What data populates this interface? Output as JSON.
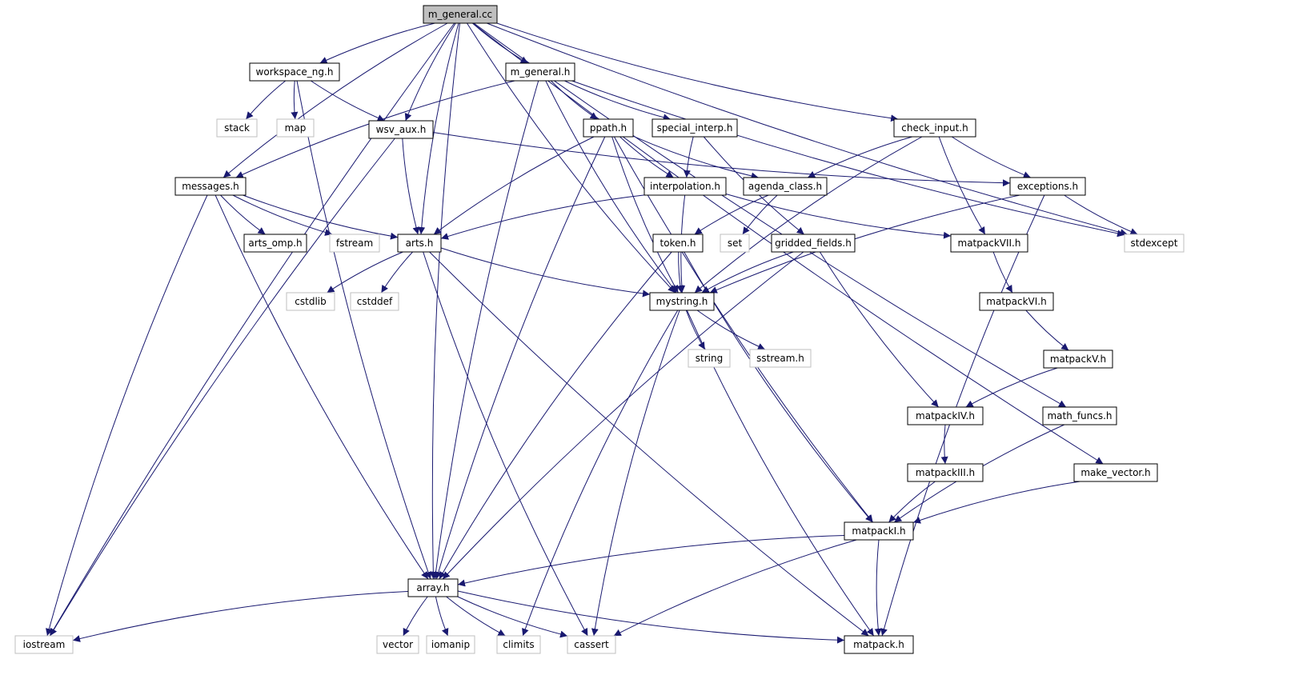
{
  "graph": {
    "colors": {
      "edge": "#191970",
      "node_border": "#000000",
      "system_border": "#bfbfbf",
      "root_fill": "#bfbfbf"
    },
    "nodes": [
      {
        "id": "m_general_cc",
        "label": "m_general.cc",
        "kind": "root"
      },
      {
        "id": "workspace_ng_h",
        "label": "workspace_ng.h",
        "kind": "project"
      },
      {
        "id": "m_general_h",
        "label": "m_general.h",
        "kind": "project"
      },
      {
        "id": "stack",
        "label": "stack",
        "kind": "system"
      },
      {
        "id": "map",
        "label": "map",
        "kind": "system"
      },
      {
        "id": "wsv_aux_h",
        "label": "wsv_aux.h",
        "kind": "project"
      },
      {
        "id": "ppath_h",
        "label": "ppath.h",
        "kind": "project"
      },
      {
        "id": "special_interp_h",
        "label": "special_interp.h",
        "kind": "project"
      },
      {
        "id": "check_input_h",
        "label": "check_input.h",
        "kind": "project"
      },
      {
        "id": "messages_h",
        "label": "messages.h",
        "kind": "project"
      },
      {
        "id": "interpolation_h",
        "label": "interpolation.h",
        "kind": "project"
      },
      {
        "id": "agenda_class_h",
        "label": "agenda_class.h",
        "kind": "project"
      },
      {
        "id": "exceptions_h",
        "label": "exceptions.h",
        "kind": "project"
      },
      {
        "id": "arts_omp_h",
        "label": "arts_omp.h",
        "kind": "project"
      },
      {
        "id": "fstream",
        "label": "fstream",
        "kind": "system"
      },
      {
        "id": "arts_h",
        "label": "arts.h",
        "kind": "project"
      },
      {
        "id": "token_h",
        "label": "token.h",
        "kind": "project"
      },
      {
        "id": "set",
        "label": "set",
        "kind": "system"
      },
      {
        "id": "gridded_fields_h",
        "label": "gridded_fields.h",
        "kind": "project"
      },
      {
        "id": "matpackVII_h",
        "label": "matpackVII.h",
        "kind": "project"
      },
      {
        "id": "stdexcept",
        "label": "stdexcept",
        "kind": "system"
      },
      {
        "id": "cstdlib",
        "label": "cstdlib",
        "kind": "system"
      },
      {
        "id": "cstddef",
        "label": "cstddef",
        "kind": "system"
      },
      {
        "id": "mystring_h",
        "label": "mystring.h",
        "kind": "project"
      },
      {
        "id": "matpackVI_h",
        "label": "matpackVI.h",
        "kind": "project"
      },
      {
        "id": "string",
        "label": "string",
        "kind": "system"
      },
      {
        "id": "sstream_h",
        "label": "sstream.h",
        "kind": "system"
      },
      {
        "id": "matpackV_h",
        "label": "matpackV.h",
        "kind": "project"
      },
      {
        "id": "matpackIV_h",
        "label": "matpackIV.h",
        "kind": "project"
      },
      {
        "id": "math_funcs_h",
        "label": "math_funcs.h",
        "kind": "project"
      },
      {
        "id": "matpackIII_h",
        "label": "matpackIII.h",
        "kind": "project"
      },
      {
        "id": "make_vector_h",
        "label": "make_vector.h",
        "kind": "project"
      },
      {
        "id": "matpackI_h",
        "label": "matpackI.h",
        "kind": "project"
      },
      {
        "id": "array_h",
        "label": "array.h",
        "kind": "project"
      },
      {
        "id": "iostream",
        "label": "iostream",
        "kind": "system"
      },
      {
        "id": "vector",
        "label": "vector",
        "kind": "system"
      },
      {
        "id": "iomanip",
        "label": "iomanip",
        "kind": "system"
      },
      {
        "id": "climits",
        "label": "climits",
        "kind": "system"
      },
      {
        "id": "cassert",
        "label": "cassert",
        "kind": "system"
      },
      {
        "id": "matpack_h",
        "label": "matpack.h",
        "kind": "project"
      }
    ],
    "edges": [
      [
        "m_general_cc",
        "workspace_ng_h"
      ],
      [
        "m_general_cc",
        "m_general_h"
      ],
      [
        "m_general_cc",
        "wsv_aux_h"
      ],
      [
        "m_general_cc",
        "check_input_h"
      ],
      [
        "m_general_cc",
        "messages_h"
      ],
      [
        "m_general_cc",
        "arts_h"
      ],
      [
        "m_general_cc",
        "stdexcept"
      ],
      [
        "m_general_cc",
        "mystring_h"
      ],
      [
        "m_general_cc",
        "math_funcs_h"
      ],
      [
        "m_general_cc",
        "make_vector_h"
      ],
      [
        "m_general_cc",
        "array_h"
      ],
      [
        "m_general_cc",
        "iostream"
      ],
      [
        "workspace_ng_h",
        "stack"
      ],
      [
        "workspace_ng_h",
        "map"
      ],
      [
        "workspace_ng_h",
        "wsv_aux_h"
      ],
      [
        "workspace_ng_h",
        "array_h"
      ],
      [
        "m_general_h",
        "ppath_h"
      ],
      [
        "m_general_h",
        "special_interp_h"
      ],
      [
        "m_general_h",
        "messages_h"
      ],
      [
        "m_general_h",
        "mystring_h"
      ],
      [
        "m_general_h",
        "stdexcept"
      ],
      [
        "m_general_h",
        "array_h"
      ],
      [
        "wsv_aux_h",
        "arts_h"
      ],
      [
        "wsv_aux_h",
        "exceptions_h"
      ],
      [
        "wsv_aux_h",
        "iostream"
      ],
      [
        "ppath_h",
        "interpolation_h"
      ],
      [
        "ppath_h",
        "agenda_class_h"
      ],
      [
        "ppath_h",
        "arts_h"
      ],
      [
        "ppath_h",
        "mystring_h"
      ],
      [
        "ppath_h",
        "matpackI_h"
      ],
      [
        "ppath_h",
        "array_h"
      ],
      [
        "special_interp_h",
        "interpolation_h"
      ],
      [
        "special_interp_h",
        "gridded_fields_h"
      ],
      [
        "check_input_h",
        "agenda_class_h"
      ],
      [
        "check_input_h",
        "exceptions_h"
      ],
      [
        "check_input_h",
        "matpackVII_h"
      ],
      [
        "check_input_h",
        "mystring_h"
      ],
      [
        "messages_h",
        "arts_omp_h"
      ],
      [
        "messages_h",
        "fstream"
      ],
      [
        "messages_h",
        "arts_h"
      ],
      [
        "messages_h",
        "iostream"
      ],
      [
        "messages_h",
        "array_h"
      ],
      [
        "interpolation_h",
        "arts_h"
      ],
      [
        "interpolation_h",
        "mystring_h"
      ],
      [
        "interpolation_h",
        "matpackVII_h"
      ],
      [
        "agenda_class_h",
        "token_h"
      ],
      [
        "agenda_class_h",
        "set"
      ],
      [
        "exceptions_h",
        "stdexcept"
      ],
      [
        "exceptions_h",
        "mystring_h"
      ],
      [
        "exceptions_h",
        "matpack_h"
      ],
      [
        "arts_h",
        "cstdlib"
      ],
      [
        "arts_h",
        "cstddef"
      ],
      [
        "arts_h",
        "mystring_h"
      ],
      [
        "arts_h",
        "cassert"
      ],
      [
        "arts_h",
        "matpack_h"
      ],
      [
        "token_h",
        "mystring_h"
      ],
      [
        "token_h",
        "array_h"
      ],
      [
        "token_h",
        "matpackI_h"
      ],
      [
        "gridded_fields_h",
        "mystring_h"
      ],
      [
        "gridded_fields_h",
        "array_h"
      ],
      [
        "gridded_fields_h",
        "matpackIV_h"
      ],
      [
        "matpackVII_h",
        "matpackVI_h"
      ],
      [
        "matpackVI_h",
        "matpackV_h"
      ],
      [
        "matpackV_h",
        "matpackIV_h"
      ],
      [
        "matpackIV_h",
        "matpackIII_h"
      ],
      [
        "matpackIII_h",
        "matpackI_h"
      ],
      [
        "mystring_h",
        "string"
      ],
      [
        "mystring_h",
        "sstream_h"
      ],
      [
        "mystring_h",
        "climits"
      ],
      [
        "mystring_h",
        "cassert"
      ],
      [
        "mystring_h",
        "matpack_h"
      ],
      [
        "math_funcs_h",
        "matpackI_h"
      ],
      [
        "make_vector_h",
        "matpackI_h"
      ],
      [
        "matpackI_h",
        "array_h"
      ],
      [
        "matpackI_h",
        "matpack_h"
      ],
      [
        "matpackI_h",
        "cassert"
      ],
      [
        "array_h",
        "iostream"
      ],
      [
        "array_h",
        "vector"
      ],
      [
        "array_h",
        "iomanip"
      ],
      [
        "array_h",
        "climits"
      ],
      [
        "array_h",
        "cassert"
      ],
      [
        "array_h",
        "matpack_h"
      ]
    ]
  }
}
